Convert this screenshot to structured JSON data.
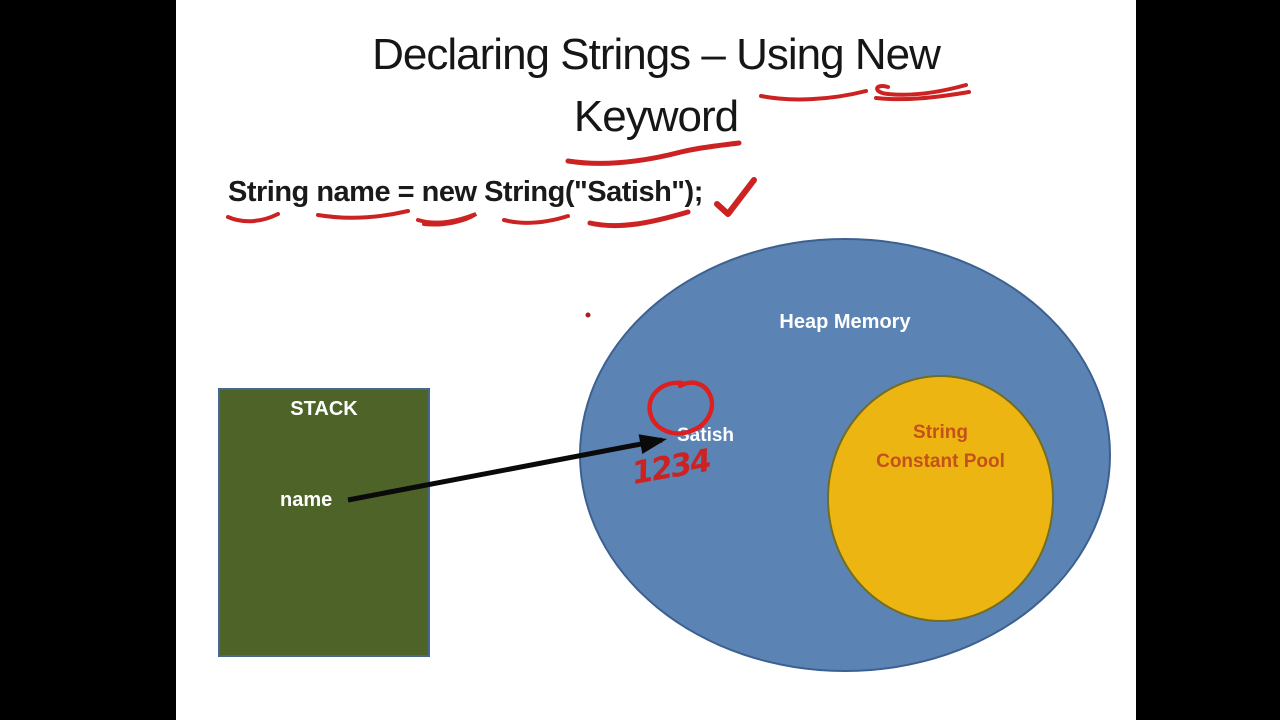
{
  "window": {
    "background": "#000000",
    "letterbox": "black bars left and right of 4:3 slide"
  },
  "slide": {
    "background": "#ffffff",
    "title_line1": "Declaring Strings – Using New",
    "title_line2": "Keyword",
    "code_line": "String name = new String(\"Satish\");"
  },
  "diagram": {
    "stack": {
      "title": "STACK",
      "variable": "name",
      "fill": "#4d6327",
      "border": "#44688e"
    },
    "heap": {
      "title": "Heap Memory",
      "object_value": "Satish",
      "fill": "#5b84b5",
      "border": "#3c6090"
    },
    "string_constant_pool": {
      "title_line1": "String",
      "title_line2": "Constant Pool",
      "fill": "#edb511",
      "border": "#716d22",
      "text_color": "#c4511b"
    }
  },
  "annotations": {
    "handwritten_address": "1234",
    "pen_color": "#cc2222",
    "arrow_color": "#0a0a0a",
    "marks": [
      "underline under Using",
      "double squiggle under New",
      "underline under Keyword",
      "underlines under String, name, new, String(, Satish",
      "checkmark after code line",
      "circle around Satish",
      "dot left of heap"
    ]
  }
}
